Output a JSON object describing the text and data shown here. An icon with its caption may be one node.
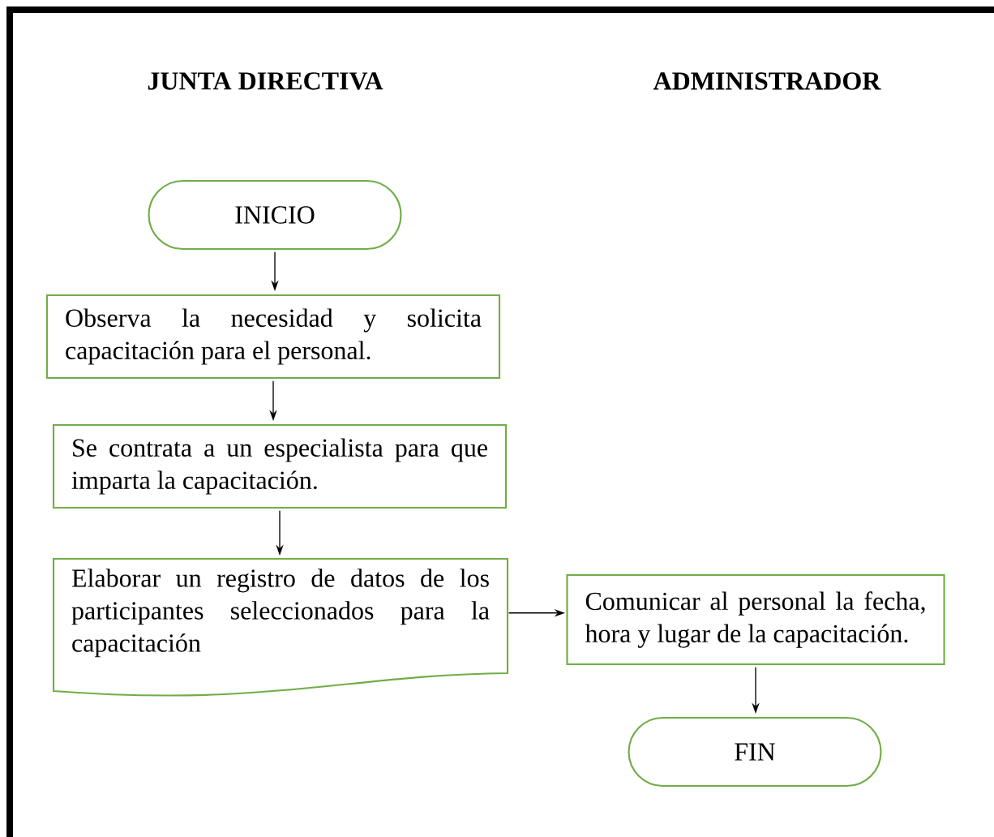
{
  "diagram": {
    "nodes": [
      {
        "text": [
          "INICIO"
        ]
      },
      {
        "text": [
          "Observa la necesidad y solicita capacitación para el personal."
        ]
      },
      {
        "text": [
          "Se contrata a un especialista para que imparta la capacitación."
        ]
      },
      {
        "text": [
          "Elaborar un registro de datos de los participantes seleccionados para la capacitación"
        ]
      },
      {
        "text": [
          "Comunicar al personal la fecha, hora y lugar de la capacitación."
        ]
      },
      {
        "text": [
          "FIN"
        ]
      }
    ],
    "edges": [
      {
        "from": 0,
        "to": 1,
        "arrow": "to"
      },
      {
        "from": 1,
        "to": 2,
        "arrow": "to"
      },
      {
        "from": 2,
        "to": 3,
        "arrow": "to"
      },
      {
        "from": 3,
        "to": 4,
        "arrow": "to"
      },
      {
        "from": 4,
        "to": 5,
        "arrow": "to"
      }
    ],
    "labels": [
      "JUNTA DIRECTIVA",
      "ADMINISTRADOR"
    ]
  }
}
